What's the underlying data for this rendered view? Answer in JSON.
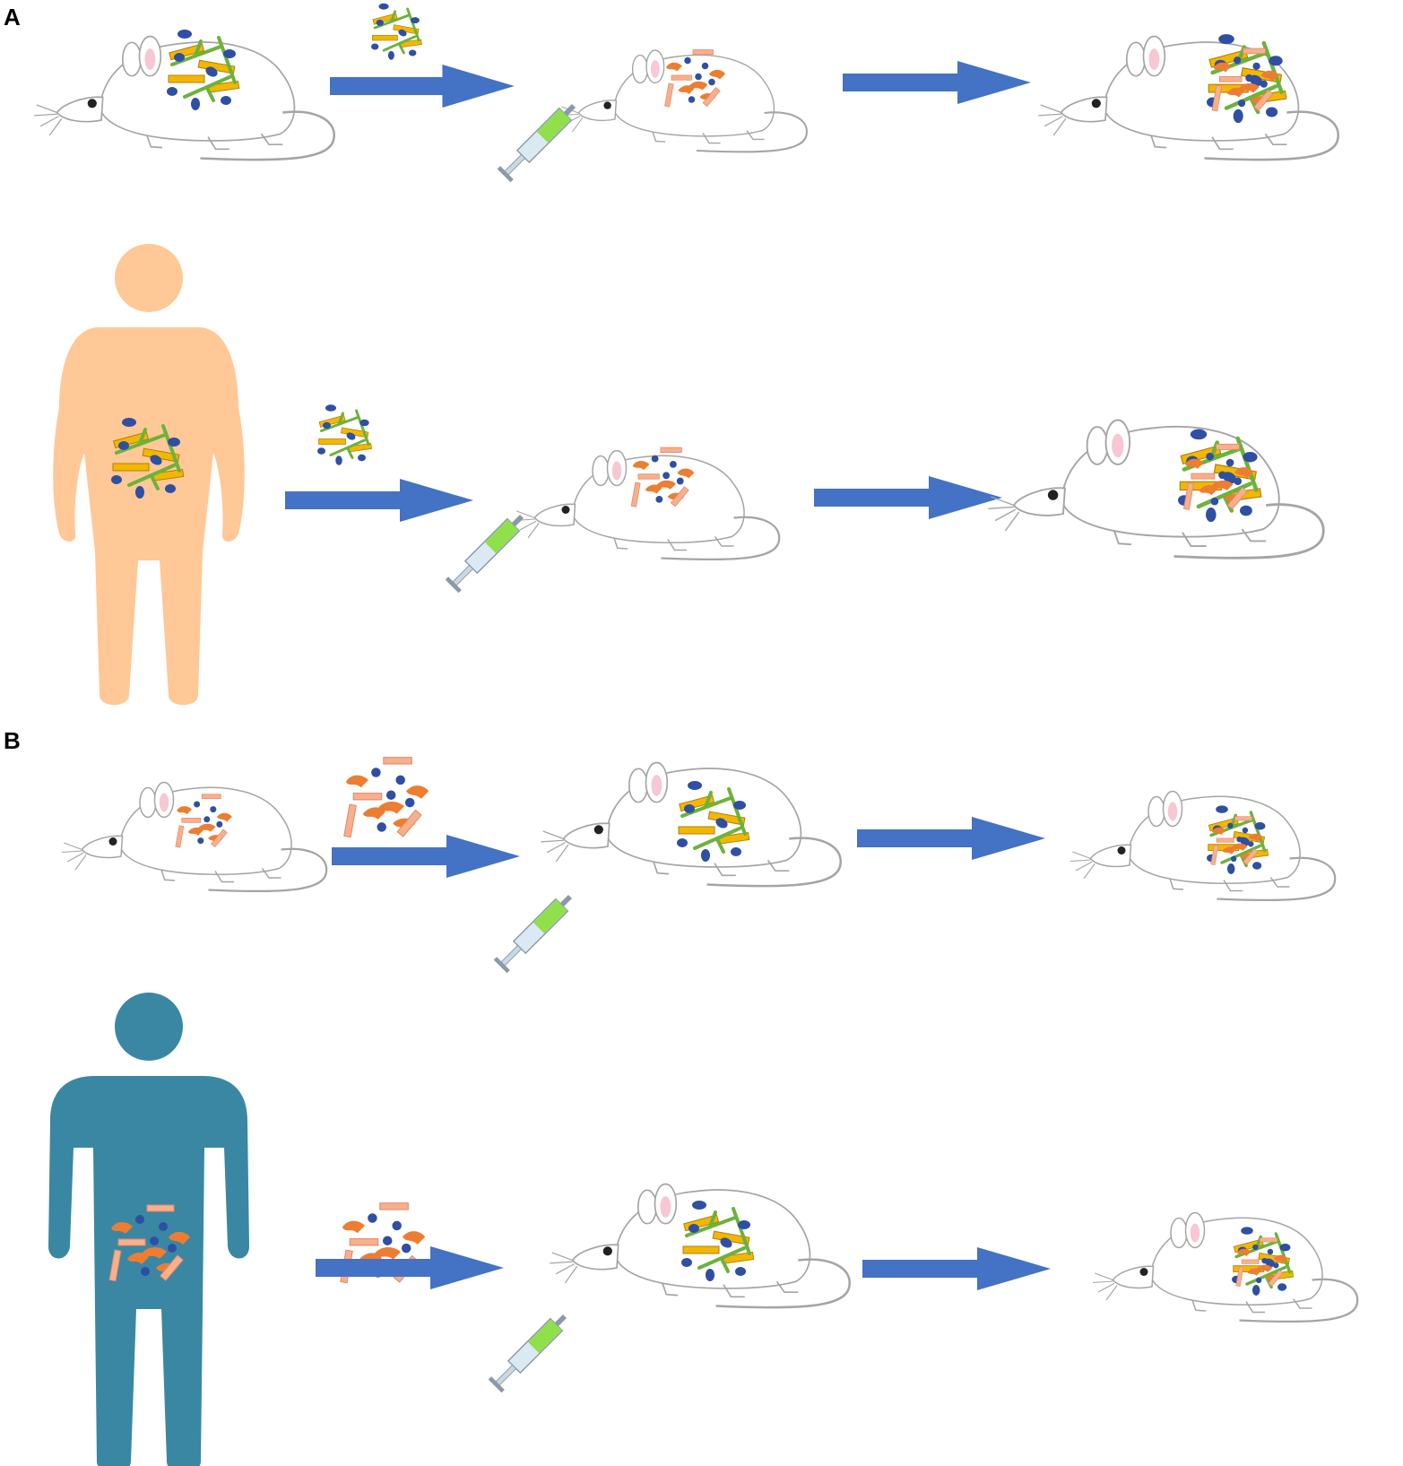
{
  "figure": {
    "panels": [
      {
        "label": "A",
        "rows": [
          {
            "donor": "mouse-obese"
          },
          {
            "donor": "human-obese"
          }
        ]
      },
      {
        "label": "B",
        "rows": [
          {
            "donor": "mouse-lean"
          },
          {
            "donor": "human-lean"
          }
        ]
      }
    ]
  },
  "colors": {
    "background": "#ffffff",
    "arrow": "#4472c4",
    "human_obese": "#ffc896",
    "human_lean": "#3a87a3",
    "bacteria_yellow": "#f2b705",
    "bacteria_green": "#6bb33b",
    "bacteria_blue": "#2e4fa3",
    "bacteria_orange": "#ed7d31",
    "bacteria_salmon": "#f8b08c",
    "syringe_fluid": "#8fe04a",
    "mouse_outline": "#a5a5a5",
    "mouse_ear": "#f7c7d4"
  },
  "icons": [
    "mouse-icon",
    "human-figure-icon",
    "syringe-icon",
    "arrow-icon",
    "bacteria-cluster-icon"
  ]
}
